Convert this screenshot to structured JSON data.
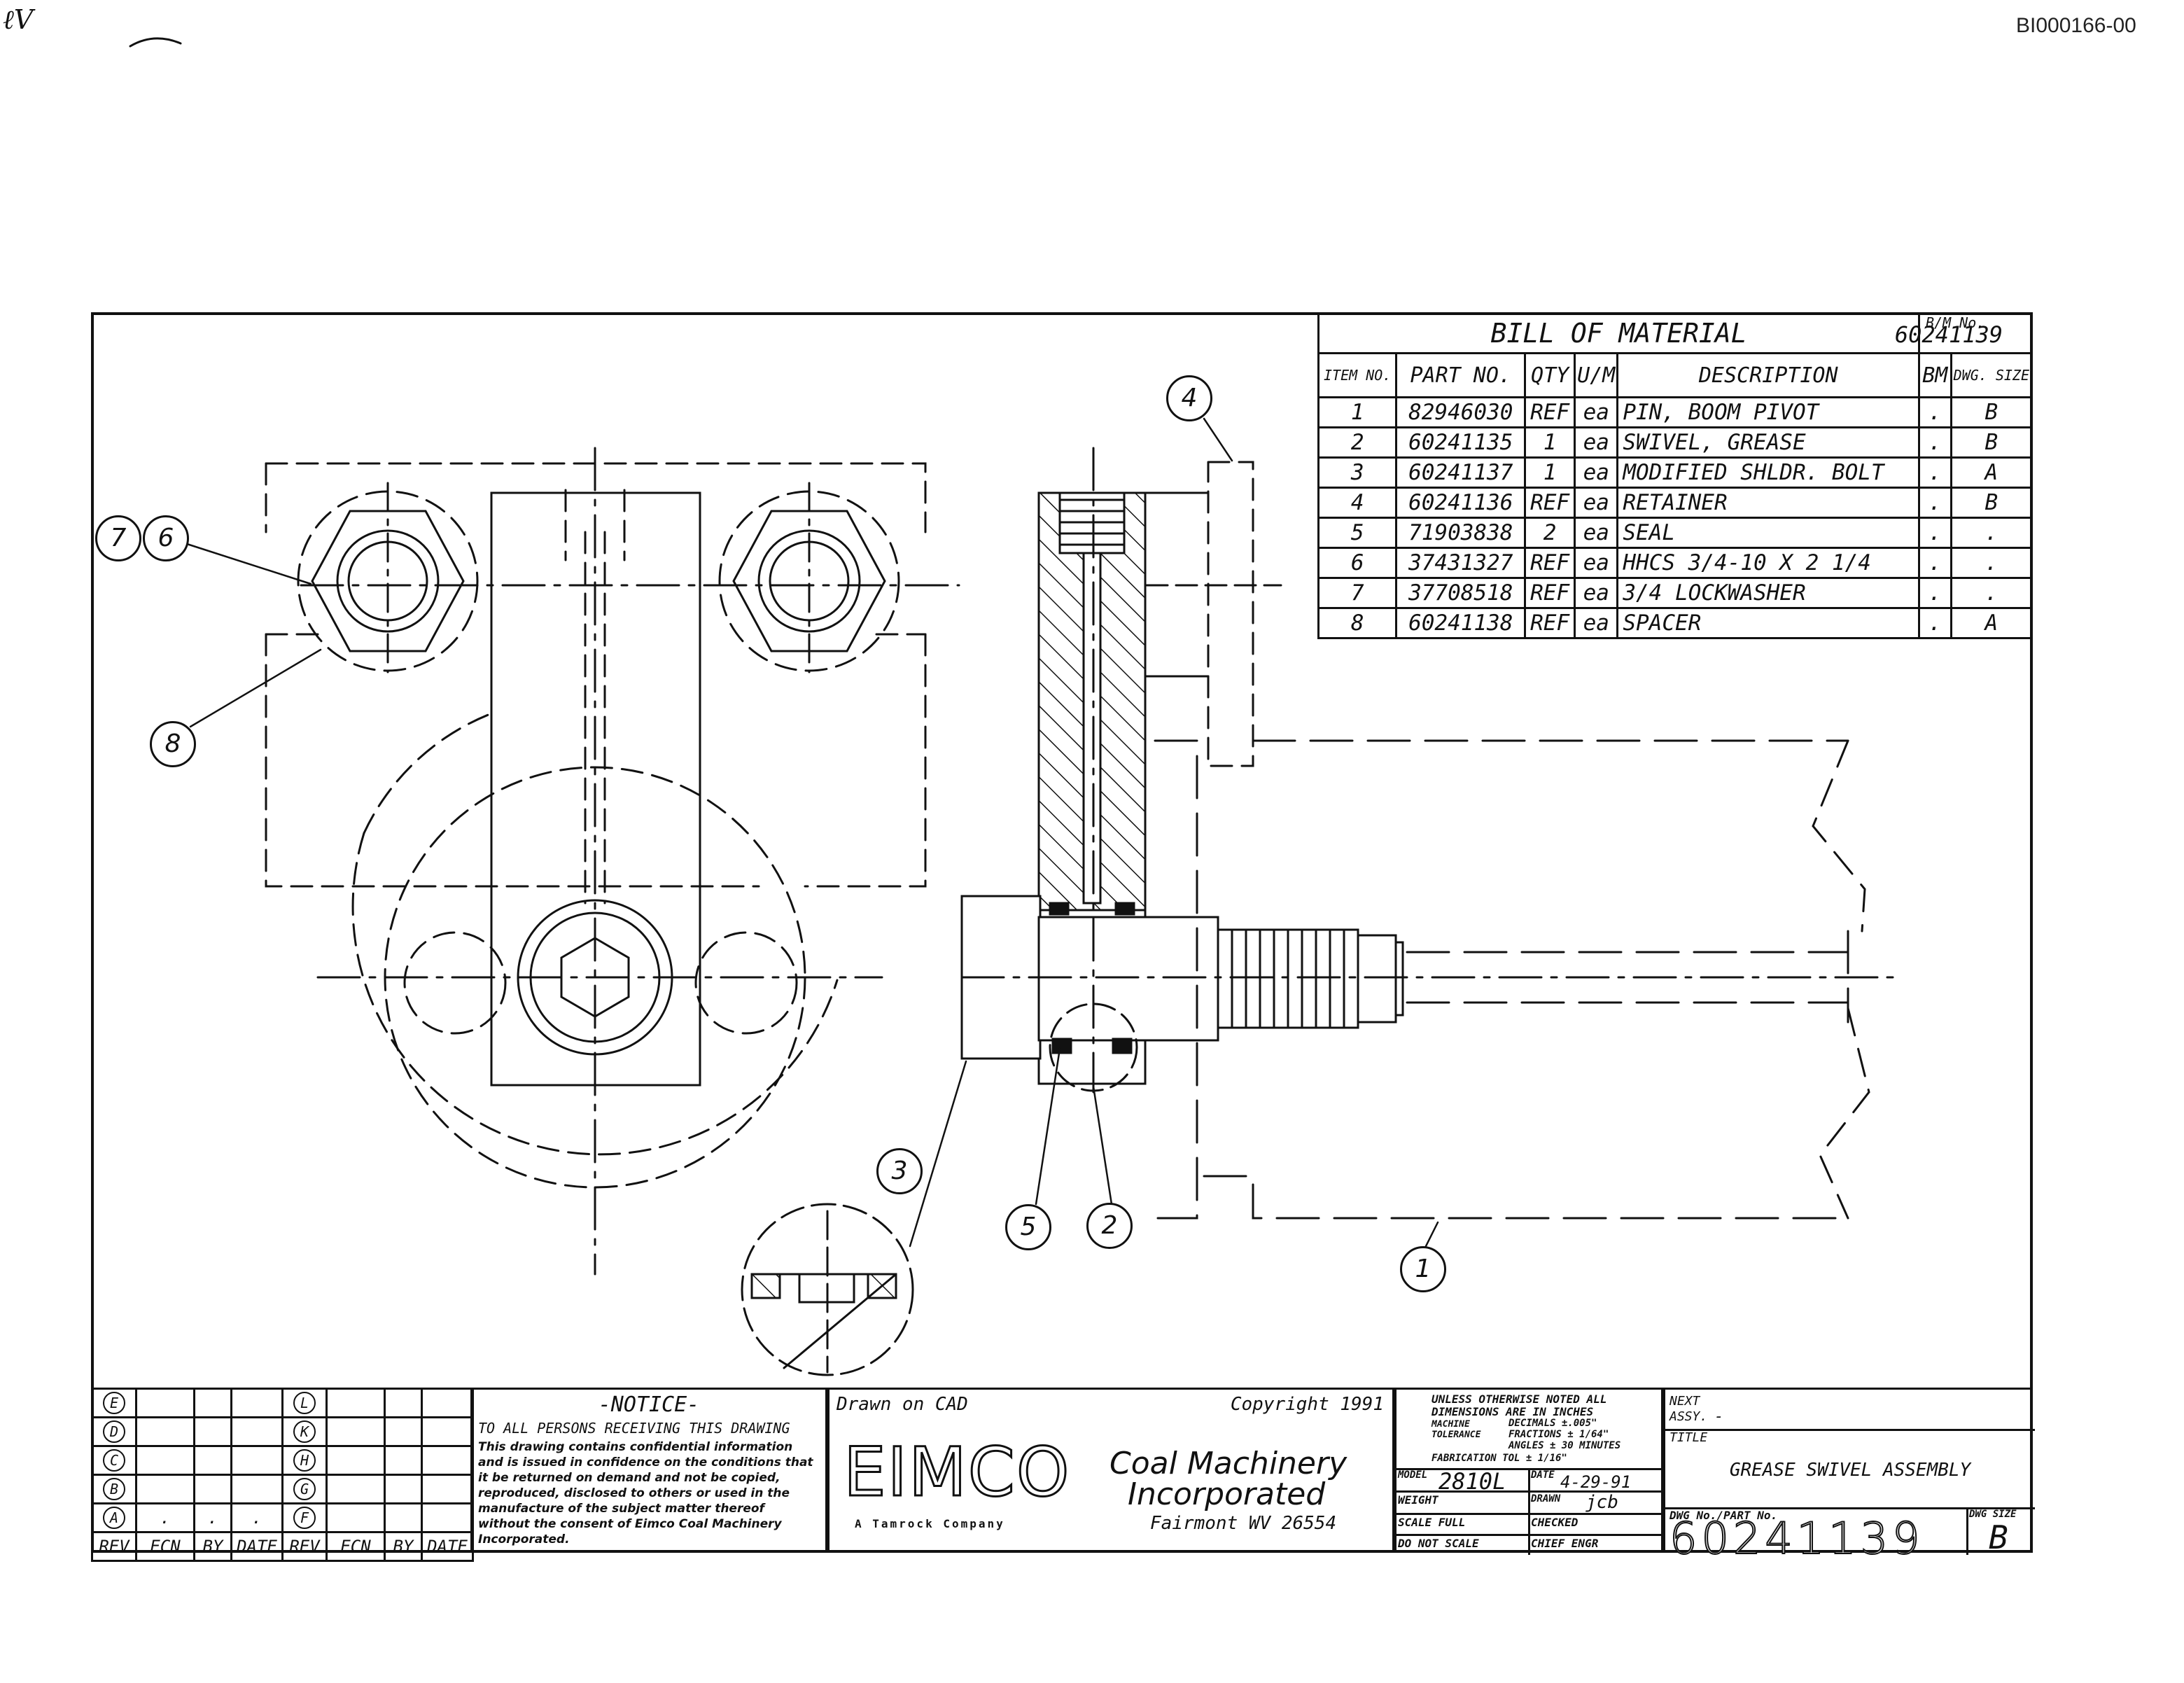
{
  "document_id": "BI000166-00",
  "corner_mark": "ℓV",
  "bill_of_material": {
    "title": "BILL OF MATERIAL",
    "bm_label": "B/M No.",
    "bm_number": "60241139",
    "headers": {
      "item_no": "ITEM NO.",
      "part_no": "PART NO.",
      "qty": "QTY",
      "um": "U/M",
      "description": "DESCRIPTION",
      "bm": "BM",
      "dwg_size": "DWG. SIZE"
    },
    "rows": [
      {
        "item": "1",
        "part": "82946030",
        "qty": "REF",
        "um": "ea",
        "desc": "PIN, BOOM PIVOT",
        "bm": ".",
        "size": "B"
      },
      {
        "item": "2",
        "part": "60241135",
        "qty": "1",
        "um": "ea",
        "desc": "SWIVEL, GREASE",
        "bm": ".",
        "size": "B"
      },
      {
        "item": "3",
        "part": "60241137",
        "qty": "1",
        "um": "ea",
        "desc": "MODIFIED SHLDR. BOLT",
        "bm": ".",
        "size": "A"
      },
      {
        "item": "4",
        "part": "60241136",
        "qty": "REF",
        "um": "ea",
        "desc": "RETAINER",
        "bm": ".",
        "size": "B"
      },
      {
        "item": "5",
        "part": "71903838",
        "qty": "2",
        "um": "ea",
        "desc": "SEAL",
        "bm": ".",
        "size": "."
      },
      {
        "item": "6",
        "part": "37431327",
        "qty": "REF",
        "um": "ea",
        "desc": "HHCS 3/4-10 X 2 1/4",
        "bm": ".",
        "size": "."
      },
      {
        "item": "7",
        "part": "37708518",
        "qty": "REF",
        "um": "ea",
        "desc": "3/4 LOCKWASHER",
        "bm": ".",
        "size": "."
      },
      {
        "item": "8",
        "part": "60241138",
        "qty": "REF",
        "um": "ea",
        "desc": "SPACER",
        "bm": ".",
        "size": "A"
      }
    ]
  },
  "balloons": {
    "b1": "1",
    "b2": "2",
    "b3": "3",
    "b4": "4",
    "b5": "5",
    "b6": "6",
    "b7": "7",
    "b8": "8"
  },
  "revision_block": {
    "left_letters": [
      "E",
      "D",
      "C",
      "B",
      "A"
    ],
    "right_letters": [
      "L",
      "K",
      "H",
      "G",
      "F"
    ],
    "row_a": {
      "ecn": ".",
      "by": ".",
      "date": "."
    },
    "footer": [
      "REV",
      "ECN",
      "BY",
      "DATE",
      "REV",
      "ECN",
      "BY",
      "DATE"
    ]
  },
  "notice": {
    "heading": "-NOTICE-",
    "subheading": "TO ALL PERSONS RECEIVING THIS DRAWING",
    "body": "This drawing contains confidential information and is issued in confidence on the conditions that it be returned on demand and not be copied, reproduced, disclosed to others or used in the manufacture of the subject matter thereof without the consent of Eimco Coal Machinery Incorporated."
  },
  "company": {
    "drawn_on": "Drawn on CAD",
    "copyright": "Copyright 1991",
    "logo": "EIMCO",
    "logo_sub": "A Tamrock Company",
    "name_line1": "Coal Machinery",
    "name_line2": "Incorporated",
    "location": "Fairmont WV 26554"
  },
  "tolerances": {
    "note_line1": "UNLESS OTHERWISE NOTED ALL",
    "note_line2": "DIMENSIONS ARE IN INCHES",
    "machine_label": "MACHINE TOLERANCE",
    "decimals": "DECIMALS ±.005\"",
    "fractions": "FRACTIONS ± 1/64\"",
    "angles": "ANGLES ± 30 MINUTES",
    "fabrication": "FABRICATION TOL ± 1/16\"",
    "model_label": "MODEL",
    "model": "2810L",
    "date_label": "DATE",
    "date": "4-29-91",
    "weight_label": "WEIGHT",
    "drawn_label": "DRAWN",
    "drawn": "jcb",
    "scale_label": "SCALE FULL",
    "checked_label": "CHECKED",
    "do_not_scale": "DO NOT SCALE",
    "chief_engr": "CHIEF ENGR"
  },
  "title_block": {
    "next_assy_label": "NEXT ASSY.",
    "next_assy": "-",
    "title_label": "TITLE",
    "title": "GREASE SWIVEL ASSEMBLY",
    "dwg_label": "DWG No./PART No.",
    "dwg_number": "60241139",
    "size_label": "DWG SIZE",
    "size": "B"
  }
}
